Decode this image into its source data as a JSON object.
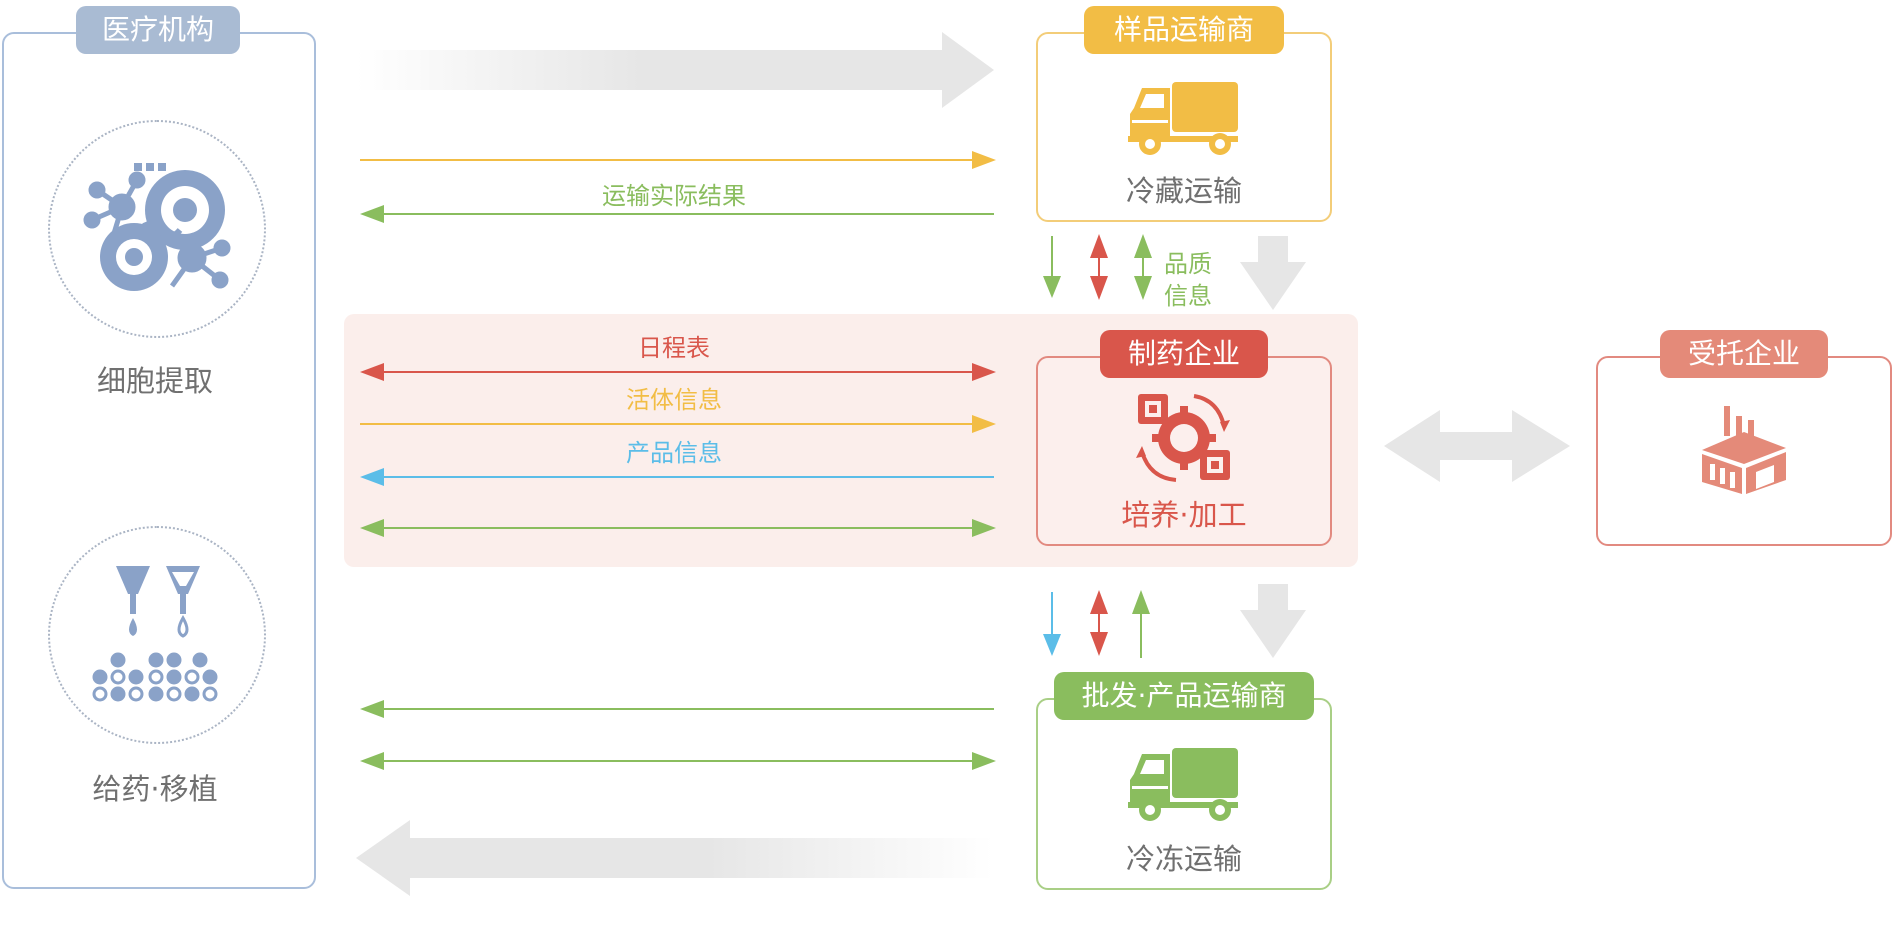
{
  "medical": {
    "title": "医疗机构",
    "cell_extraction": "细胞提取",
    "administration": "给药·移植"
  },
  "sample_transport": {
    "title": "样品运输商",
    "caption": "冷藏运输"
  },
  "pharma": {
    "title": "制药企业",
    "caption": "培养·加工"
  },
  "consignee": {
    "title": "受托企业"
  },
  "wholesale": {
    "title": "批发·产品运输商",
    "caption": "冷冻运输"
  },
  "flow_labels": {
    "transport_result": "运输实际结果",
    "schedule": "日程表",
    "living_info": "活体信息",
    "product_info": "产品信息",
    "quality_info_1": "品质",
    "quality_info_2": "信息"
  },
  "colors": {
    "blue_gray": "#8ba3c9",
    "yellow": "#f2bd45",
    "red": "#d9564b",
    "salmon": "#e48a79",
    "green": "#8abd5e",
    "cyan": "#5bbde8",
    "gray_arrow": "#e6e6e6",
    "pink_band": "#fbeeeb"
  },
  "icons": {
    "cell": "cell-extraction-icon",
    "drip": "drip-transplant-icon",
    "truck": "truck-icon",
    "gears": "chip-gears-icon",
    "factory": "factory-icon"
  }
}
